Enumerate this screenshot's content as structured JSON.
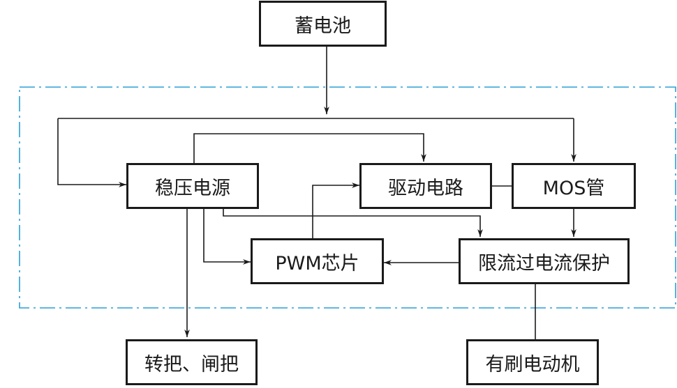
{
  "colors": {
    "box_border": "#1a1a1a",
    "line": "#1a1a1a",
    "control_frame": "#2a9fd6"
  },
  "blocks": {
    "battery": "蓄电池",
    "regulator": "稳压电源",
    "driver": "驱动电路",
    "mos": "MOS管",
    "pwm": "PWM芯片",
    "protection": "限流过电流保护",
    "throttle": "转把、闸把",
    "motor": "有刷电动机"
  }
}
